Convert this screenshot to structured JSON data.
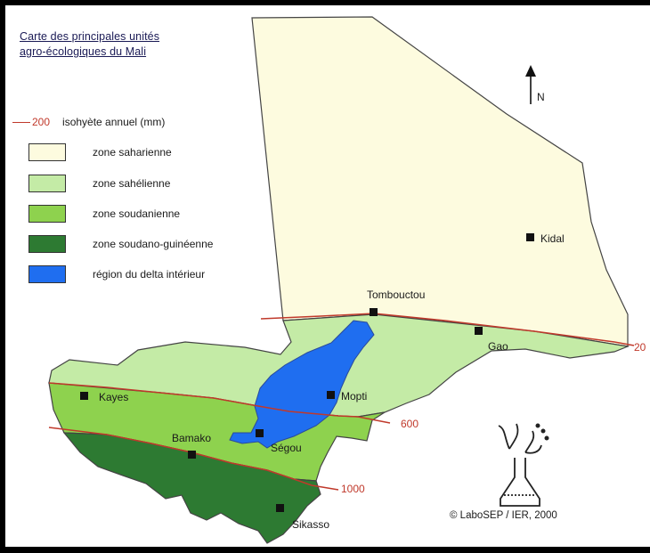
{
  "map": {
    "title_line1": "Carte des principales unités",
    "title_line2": "agro-écologiques du Mali",
    "north_label": "N",
    "credit": "© LaboSEP / IER, 2000"
  },
  "legend": {
    "isohyet_value": "200",
    "isohyet_label": "isohyète annuel (mm)",
    "zones": [
      {
        "label": "zone saharienne",
        "color": "#fdfbdf"
      },
      {
        "label": "zone sahélienne",
        "color": "#c4eba6"
      },
      {
        "label": "zone soudanienne",
        "color": "#8ed24e"
      },
      {
        "label": "zone soudano-guinéenne",
        "color": "#2d7a32"
      },
      {
        "label": "région du delta intérieur",
        "color": "#1f6ef0"
      }
    ]
  },
  "cities": {
    "kidal": "Kidal",
    "tombouctou": "Tombouctou",
    "gao": "Gao",
    "mopti": "Mopti",
    "kayes": "Kayes",
    "bamako": "Bamako",
    "segou": "Ségou",
    "sikasso": "Sikasso"
  },
  "isohyets": {
    "line_200": "20",
    "line_600": "600",
    "line_1000": "1000"
  },
  "colors": {
    "isohyet": "#c0392b",
    "outline": "#444444"
  }
}
